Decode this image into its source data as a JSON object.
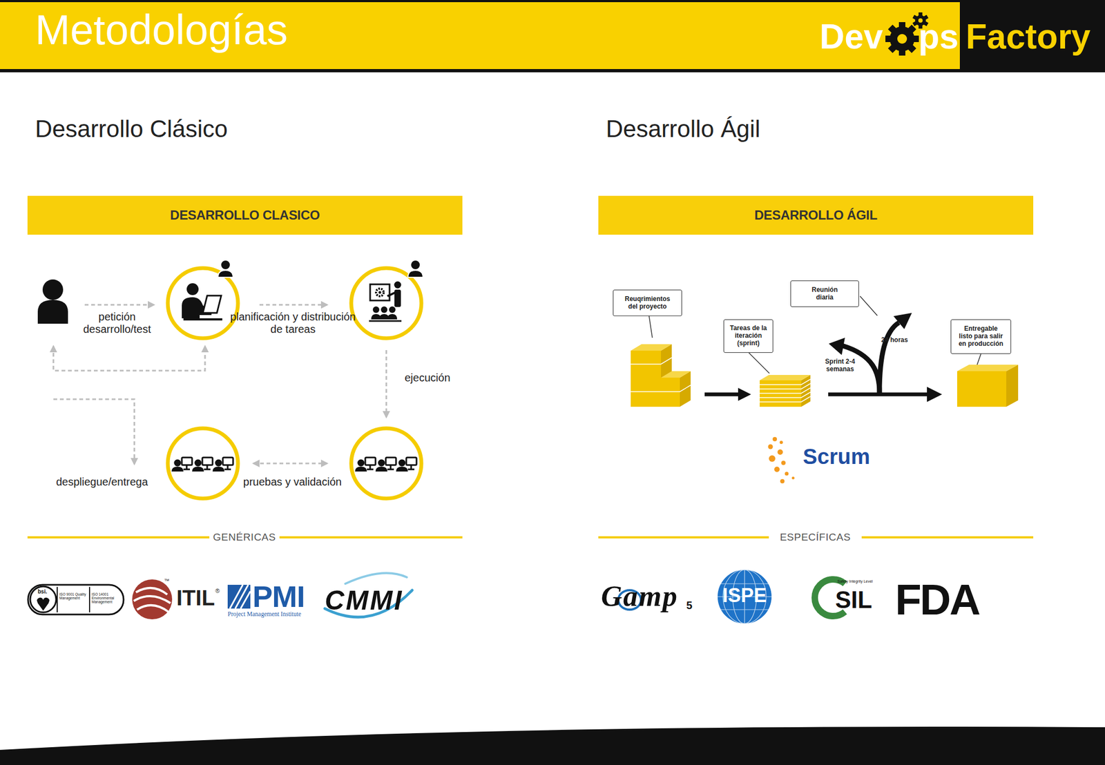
{
  "diagram": {
    "title": "Metodologías",
    "nodes": [
      {
        "text": [
          "DESARROLLO CLASICO"
        ]
      },
      {
        "text": [
          "DESARROLLO ÁGIL"
        ]
      },
      {
        "text": [
          "Reuqrimientos del proyecto"
        ]
      },
      {
        "text": [
          "Reunión diaria"
        ]
      },
      {
        "text": [
          "Tareas de la iteración (sprint)"
        ]
      },
      {
        "text": [
          "Entregable listo para salir en producción"
        ]
      }
    ],
    "labels": [
      "Dev",
      "ps",
      "Factory",
      "Desarrollo Clásico",
      "Desarrollo Ágil",
      "petición desarrollo/test",
      "planificación y distribución de tareas",
      "ejecución",
      "pruebas y validación",
      "despliegue/entrega",
      "GENÉRICAS",
      "bsi.",
      "ISO 9001 Quality Management",
      "ISO 14001 Environmental Management",
      "ITIL",
      "®",
      "™",
      "PMI",
      "Project Management Institute",
      "CMMI",
      "24 horas",
      "Sprint 2-4 semanas",
      "Scrum",
      "ESPECÍFICAS",
      "Gamp",
      "5",
      "ISPE",
      "Safety Integrity Level",
      "SIL",
      "FDA"
    ]
  }
}
